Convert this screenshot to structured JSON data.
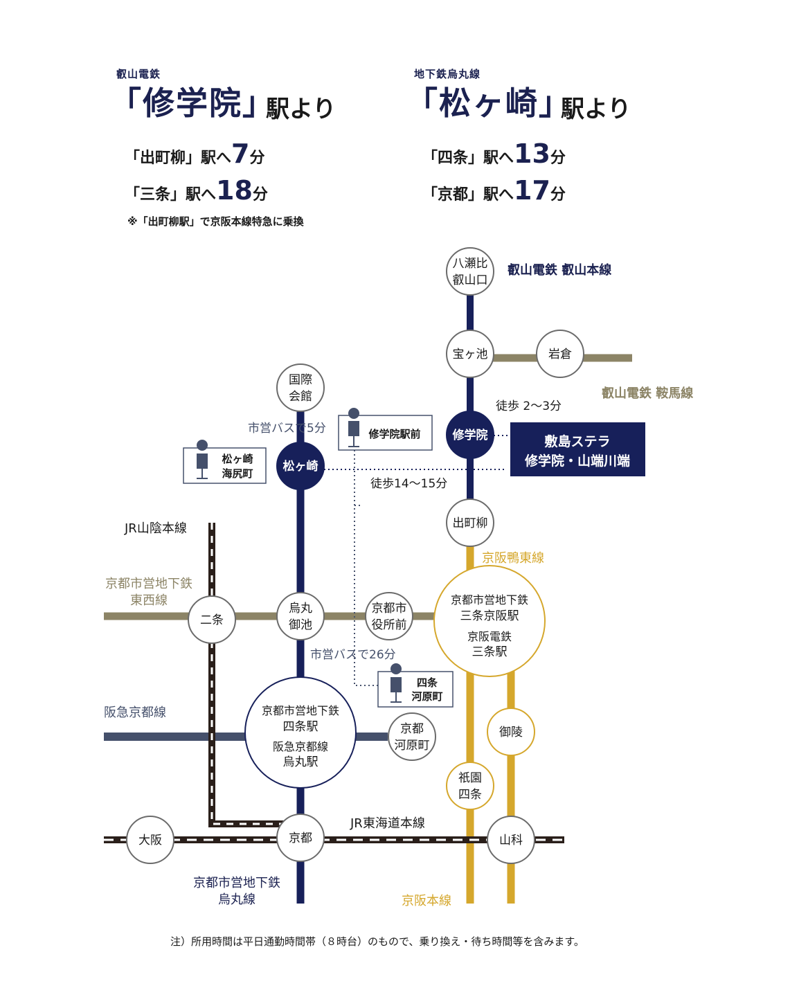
{
  "header": {
    "left": {
      "line_label": "叡山電鉄",
      "station": "「修学院」",
      "suffix": "駅より",
      "routes": [
        {
          "prefix": "「出町柳」駅へ",
          "num": "7",
          "unit": "分"
        },
        {
          "prefix": "「三条」駅へ",
          "num": "18",
          "unit": "分"
        }
      ],
      "note": "※「出町柳駅」で京阪本線特急に乗換"
    },
    "right": {
      "line_label": "地下鉄烏丸線",
      "station": "「松ヶ崎」",
      "suffix": "駅より",
      "routes": [
        {
          "prefix": "「四条」駅へ",
          "num": "13",
          "unit": "分"
        },
        {
          "prefix": "「京都」駅へ",
          "num": "17",
          "unit": "分"
        }
      ]
    }
  },
  "colors": {
    "navy": "#17205a",
    "olive": "#8c8466",
    "gold": "#d5a72c",
    "slate": "#45506b",
    "rail": "#2a1f1a",
    "grey": "#6b6b6b"
  },
  "map": {
    "stations": {
      "yasehie": [
        "八瀬比",
        "叡山口"
      ],
      "takaragaike": [
        "宝ヶ池"
      ],
      "iwakura": [
        "岩倉"
      ],
      "shugakuin": [
        "修学院"
      ],
      "demachiyanagi": [
        "出町柳"
      ],
      "kokusai": [
        "国際",
        "会館"
      ],
      "matsugasaki": [
        "松ヶ崎"
      ],
      "nijo": [
        "二条"
      ],
      "karasuma_oike": [
        "烏丸",
        "御池"
      ],
      "shiyakusho": [
        "京都市",
        "役所前"
      ],
      "sanjo": [
        "京都市営地下鉄",
        "三条京阪駅",
        "京阪電鉄",
        "三条駅"
      ],
      "shijo": [
        "京都市営地下鉄",
        "四条駅",
        "阪急京都線",
        "烏丸駅"
      ],
      "kawaramachi": [
        "京都",
        "河原町"
      ],
      "misasagi": [
        "御陵"
      ],
      "gion": [
        "祇園",
        "四条"
      ],
      "kyoto": [
        "京都"
      ],
      "osaka": [
        "大阪"
      ],
      "yamashina": [
        "山科"
      ]
    },
    "lines": {
      "eizan_main": "叡山電鉄 叡山本線",
      "eizan_kurama": "叡山電鉄 鞍馬線",
      "jr_sanin": "JR山陰本線",
      "tozai": [
        "京都市営地下鉄",
        "東西線"
      ],
      "hankyu": "阪急京都線",
      "keihan_oto": "京阪鴨東線",
      "jr_tokaido": "JR東海道本線",
      "karasuma": [
        "京都市営地下鉄",
        "烏丸線"
      ],
      "keihan_main": "京阪本線"
    },
    "bus_stops": {
      "shugakuin_ekimae": "修学院駅前",
      "matsugasaki_kaijiricho": [
        "松ヶ崎",
        "海尻町"
      ],
      "shijo_kawaramachi": [
        "四条",
        "河原町"
      ]
    },
    "annotations": {
      "bus_5": "市営バスで5分",
      "bus_26": "市営バスで26分",
      "walk_2_3": "徒歩 2〜3分",
      "walk_14_15": "徒歩14〜15分"
    },
    "property": [
      "敷島ステラ",
      "修学院・山端川端"
    ]
  },
  "footer": {
    "note": "注）所用時間は平日通勤時間帯（８時台）のもので、乗り換え・待ち時間等を含みます。"
  }
}
